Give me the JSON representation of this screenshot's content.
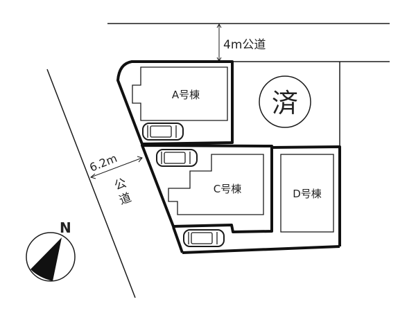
{
  "diagram": {
    "type": "site-plan",
    "colors": {
      "line": "#1a1a1a",
      "background": "#ffffff"
    }
  },
  "roads": {
    "north": {
      "label": "4m公道",
      "width": "4m",
      "kind": "公道"
    },
    "west": {
      "width_label": "6.2m",
      "label_line1": "公",
      "label_line2": "道"
    }
  },
  "lots": {
    "A": {
      "label": "A号棟"
    },
    "B": {
      "label": "済",
      "status": "sold"
    },
    "C": {
      "label": "C号棟"
    },
    "D": {
      "label": "D号棟"
    }
  },
  "compass": {
    "label": "N"
  },
  "parking": [
    {
      "lot": "A"
    },
    {
      "lot": "C"
    },
    {
      "lot": "C"
    }
  ]
}
